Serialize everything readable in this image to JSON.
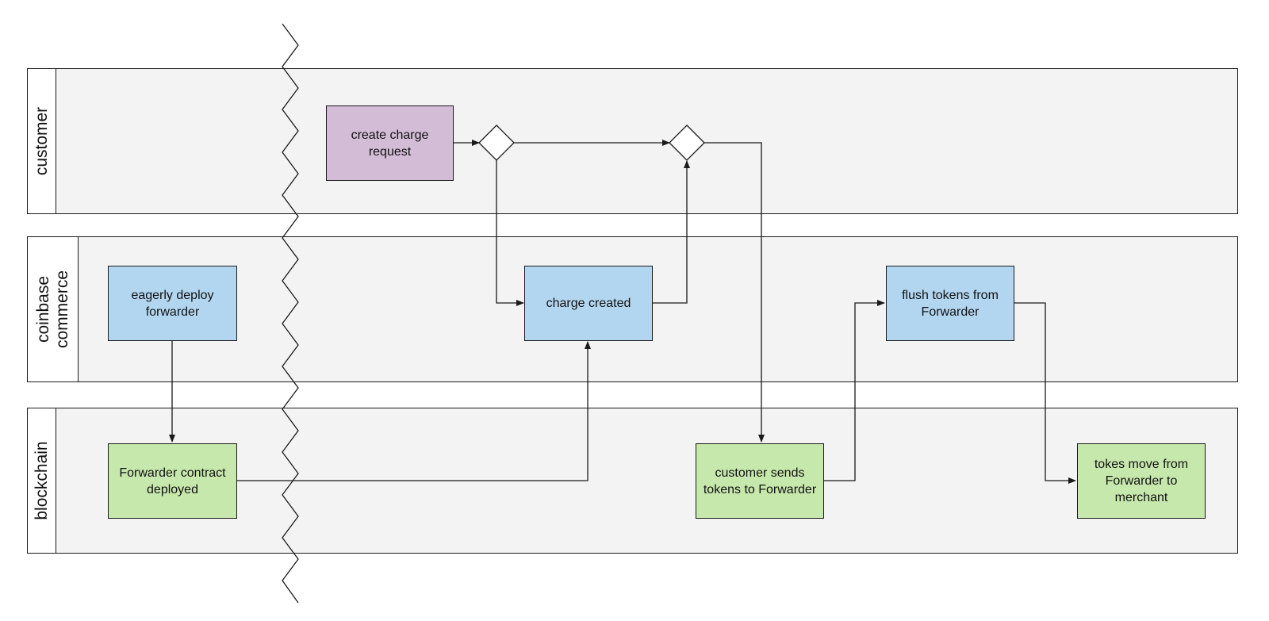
{
  "lanes": {
    "customer": "customer",
    "coinbase_commerce": "coinbase\ncommerce",
    "blockchain": "blockchain"
  },
  "nodes": {
    "create_charge_request": "create charge request",
    "eagerly_deploy_forwarder": "eagerly deploy forwarder",
    "charge_created": "charge created",
    "flush_tokens": "flush tokens from Forwarder",
    "forwarder_deployed": "Forwarder contract deployed",
    "customer_sends_tokens": "customer sends tokens to Forwarder",
    "tokens_move": "tokes move from Forwarder to merchant"
  },
  "colors": {
    "customer_action": "#d3bcd6",
    "commerce_action": "#b3d6f0",
    "blockchain_action": "#c7e8ad",
    "lane_fill": "#f3f3f3",
    "line": "#1a1a1a"
  }
}
